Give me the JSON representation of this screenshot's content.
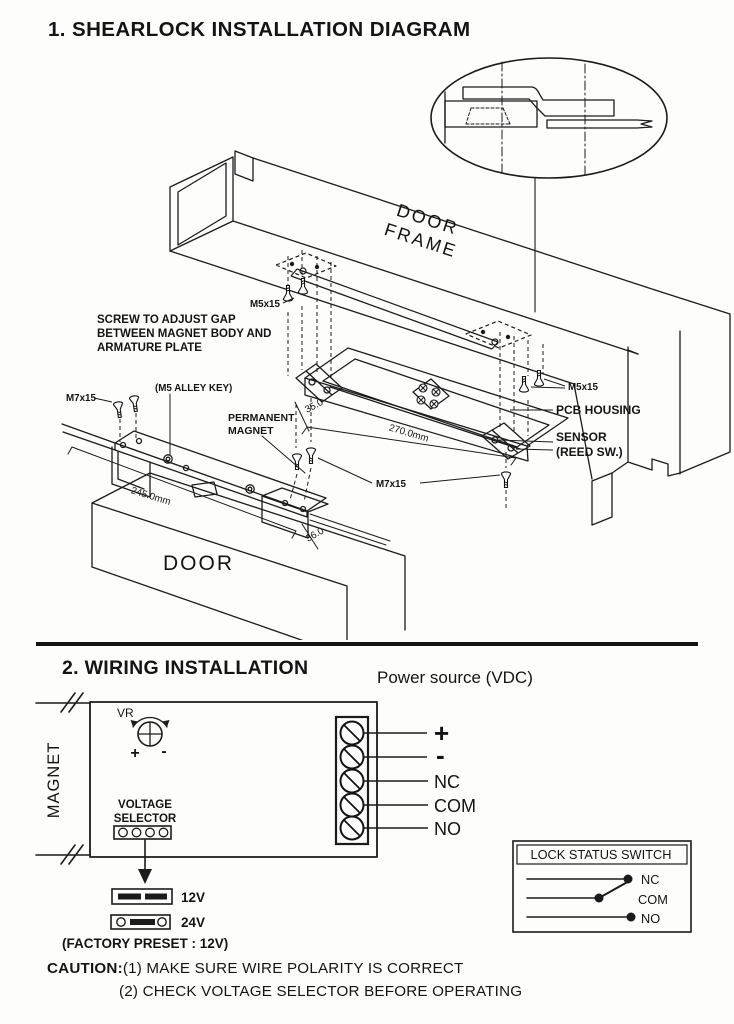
{
  "section1": {
    "title": "1. SHEARLOCK INSTALLATION DIAGRAM",
    "labels": {
      "door_frame_1": "DOOR",
      "door_frame_2": "FRAME",
      "door": "DOOR",
      "screw_adjust_1": "SCREW TO ADJUST GAP",
      "screw_adjust_2": "BETWEEN MAGNET BODY AND",
      "screw_adjust_3": "ARMATURE PLATE",
      "m5x15": "M5x15",
      "m7x15": "M7x15",
      "alley_key": "(M5 ALLEY KEY)",
      "permanent_magnet_1": "PERMANENT",
      "permanent_magnet_2": "MAGNET",
      "pcb_housing": "PCB HOUSING",
      "sensor_1": "SENSOR",
      "sensor_2": "(REED SW.)"
    },
    "dimensions": {
      "d35": "35.0",
      "d270": "270.0mm",
      "d245": "245.0mm",
      "d36": "36.0"
    }
  },
  "section2": {
    "title": "2. WIRING INSTALLATION",
    "power_source": "Power source (VDC)",
    "magnet": "MAGNET",
    "vr": "VR",
    "polarity_plus": "+",
    "polarity_minus": "-",
    "voltage_selector_1": "VOLTAGE",
    "voltage_selector_2": "SELECTOR",
    "terminals": [
      "+",
      "-",
      "NC",
      "COM",
      "NO"
    ],
    "jumper_12v": "12V",
    "jumper_24v": "24V",
    "factory_preset": "(FACTORY PRESET : 12V)",
    "lock_status_switch": {
      "title": "LOCK STATUS SWITCH",
      "nc": "NC",
      "com": "COM",
      "no": "NO"
    }
  },
  "caution": {
    "prefix": "CAUTION:",
    "line1": "(1) MAKE SURE WIRE POLARITY IS CORRECT",
    "line2": "(2) CHECK VOLTAGE SELECTOR BEFORE OPERATING"
  }
}
